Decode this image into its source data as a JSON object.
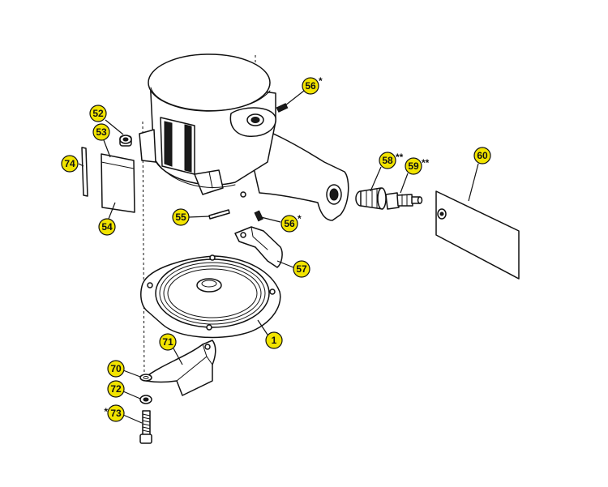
{
  "diagram": {
    "callout_color": "#f2e400",
    "callouts": [
      {
        "id": "c52",
        "label": "52",
        "suffix": ""
      },
      {
        "id": "c53",
        "label": "53",
        "suffix": ""
      },
      {
        "id": "c74",
        "label": "74",
        "suffix": ""
      },
      {
        "id": "c54",
        "label": "54",
        "suffix": ""
      },
      {
        "id": "c56a",
        "label": "56",
        "suffix": "*"
      },
      {
        "id": "c58",
        "label": "58",
        "suffix": "**"
      },
      {
        "id": "c59",
        "label": "59",
        "suffix": "**"
      },
      {
        "id": "c60",
        "label": "60",
        "suffix": ""
      },
      {
        "id": "c55",
        "label": "55",
        "suffix": ""
      },
      {
        "id": "c56b",
        "label": "56",
        "suffix": "*"
      },
      {
        "id": "c57",
        "label": "57",
        "suffix": ""
      },
      {
        "id": "c1",
        "label": "1",
        "suffix": ""
      },
      {
        "id": "c71",
        "label": "71",
        "suffix": ""
      },
      {
        "id": "c70",
        "label": "70",
        "suffix": ""
      },
      {
        "id": "c72",
        "label": "72",
        "suffix": ""
      },
      {
        "id": "c73",
        "label": "73",
        "prefix": "*"
      }
    ]
  }
}
